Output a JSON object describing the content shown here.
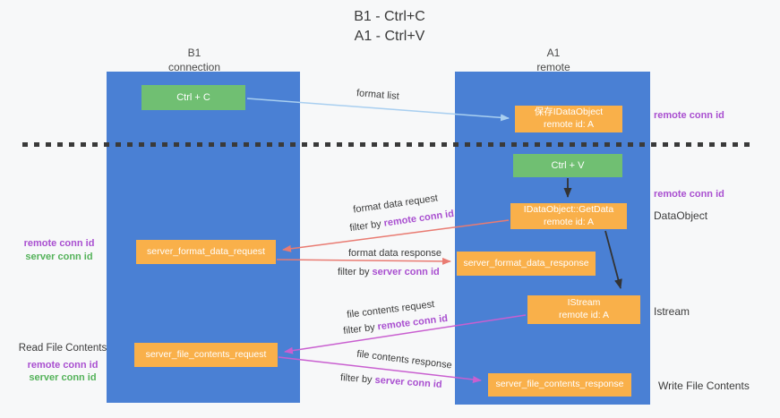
{
  "title": {
    "line1": "B1 - Ctrl+C",
    "line2": "A1 - Ctrl+V"
  },
  "lanes": {
    "left": {
      "name": "B1",
      "role": "connection"
    },
    "right": {
      "name": "A1",
      "role": "remote"
    }
  },
  "nodes": {
    "ctrl_c": {
      "label": "Ctrl + C"
    },
    "ctrl_v": {
      "label": "Ctrl + V"
    },
    "save_dataobject": {
      "line1": "保存IDataObject",
      "line2": "remote id: A"
    },
    "getdata": {
      "line1": "IDataObject::GetData",
      "line2": "remote id: A"
    },
    "istream": {
      "line1": "IStream",
      "line2": "remote id: A"
    },
    "format_request": {
      "label": "server_format_data_request"
    },
    "format_response": {
      "label": "server_format_data_response"
    },
    "file_request": {
      "label": "server_file_contents_request"
    },
    "file_response": {
      "label": "server_file_contents_response"
    }
  },
  "edge_labels": {
    "format_list": "format list",
    "format_data_request": "format data request",
    "format_data_response": "format data response",
    "file_contents_request": "file contents request",
    "file_contents_response": "file contents response",
    "filter_by": "filter by",
    "remote_conn_id": "remote conn id",
    "server_conn_id": "server conn id"
  },
  "annotations": {
    "remote_conn_id_top": "remote conn id",
    "remote_conn_id_mid": "remote conn id",
    "dataobject": "DataObject",
    "istream": "Istream",
    "write_file_contents": "Write File Contents",
    "read_file_contents": "Read File Contents",
    "remote_conn_id_left_1": "remote conn id",
    "server_conn_id_left_1": "server conn id",
    "remote_conn_id_left_2": "remote conn id",
    "server_conn_id_left_2": "server conn id"
  },
  "colors": {
    "lane_blue": "#4a80d4",
    "node_orange": "#f9b04a",
    "node_green": "#70bf72",
    "arrow_salmon": "#e97b72",
    "arrow_magenta": "#c95fd0",
    "arrow_lightblue": "#a9cff0",
    "arrow_black": "#333333",
    "text_purple": "#a94fd0",
    "text_green": "#54b25a"
  }
}
